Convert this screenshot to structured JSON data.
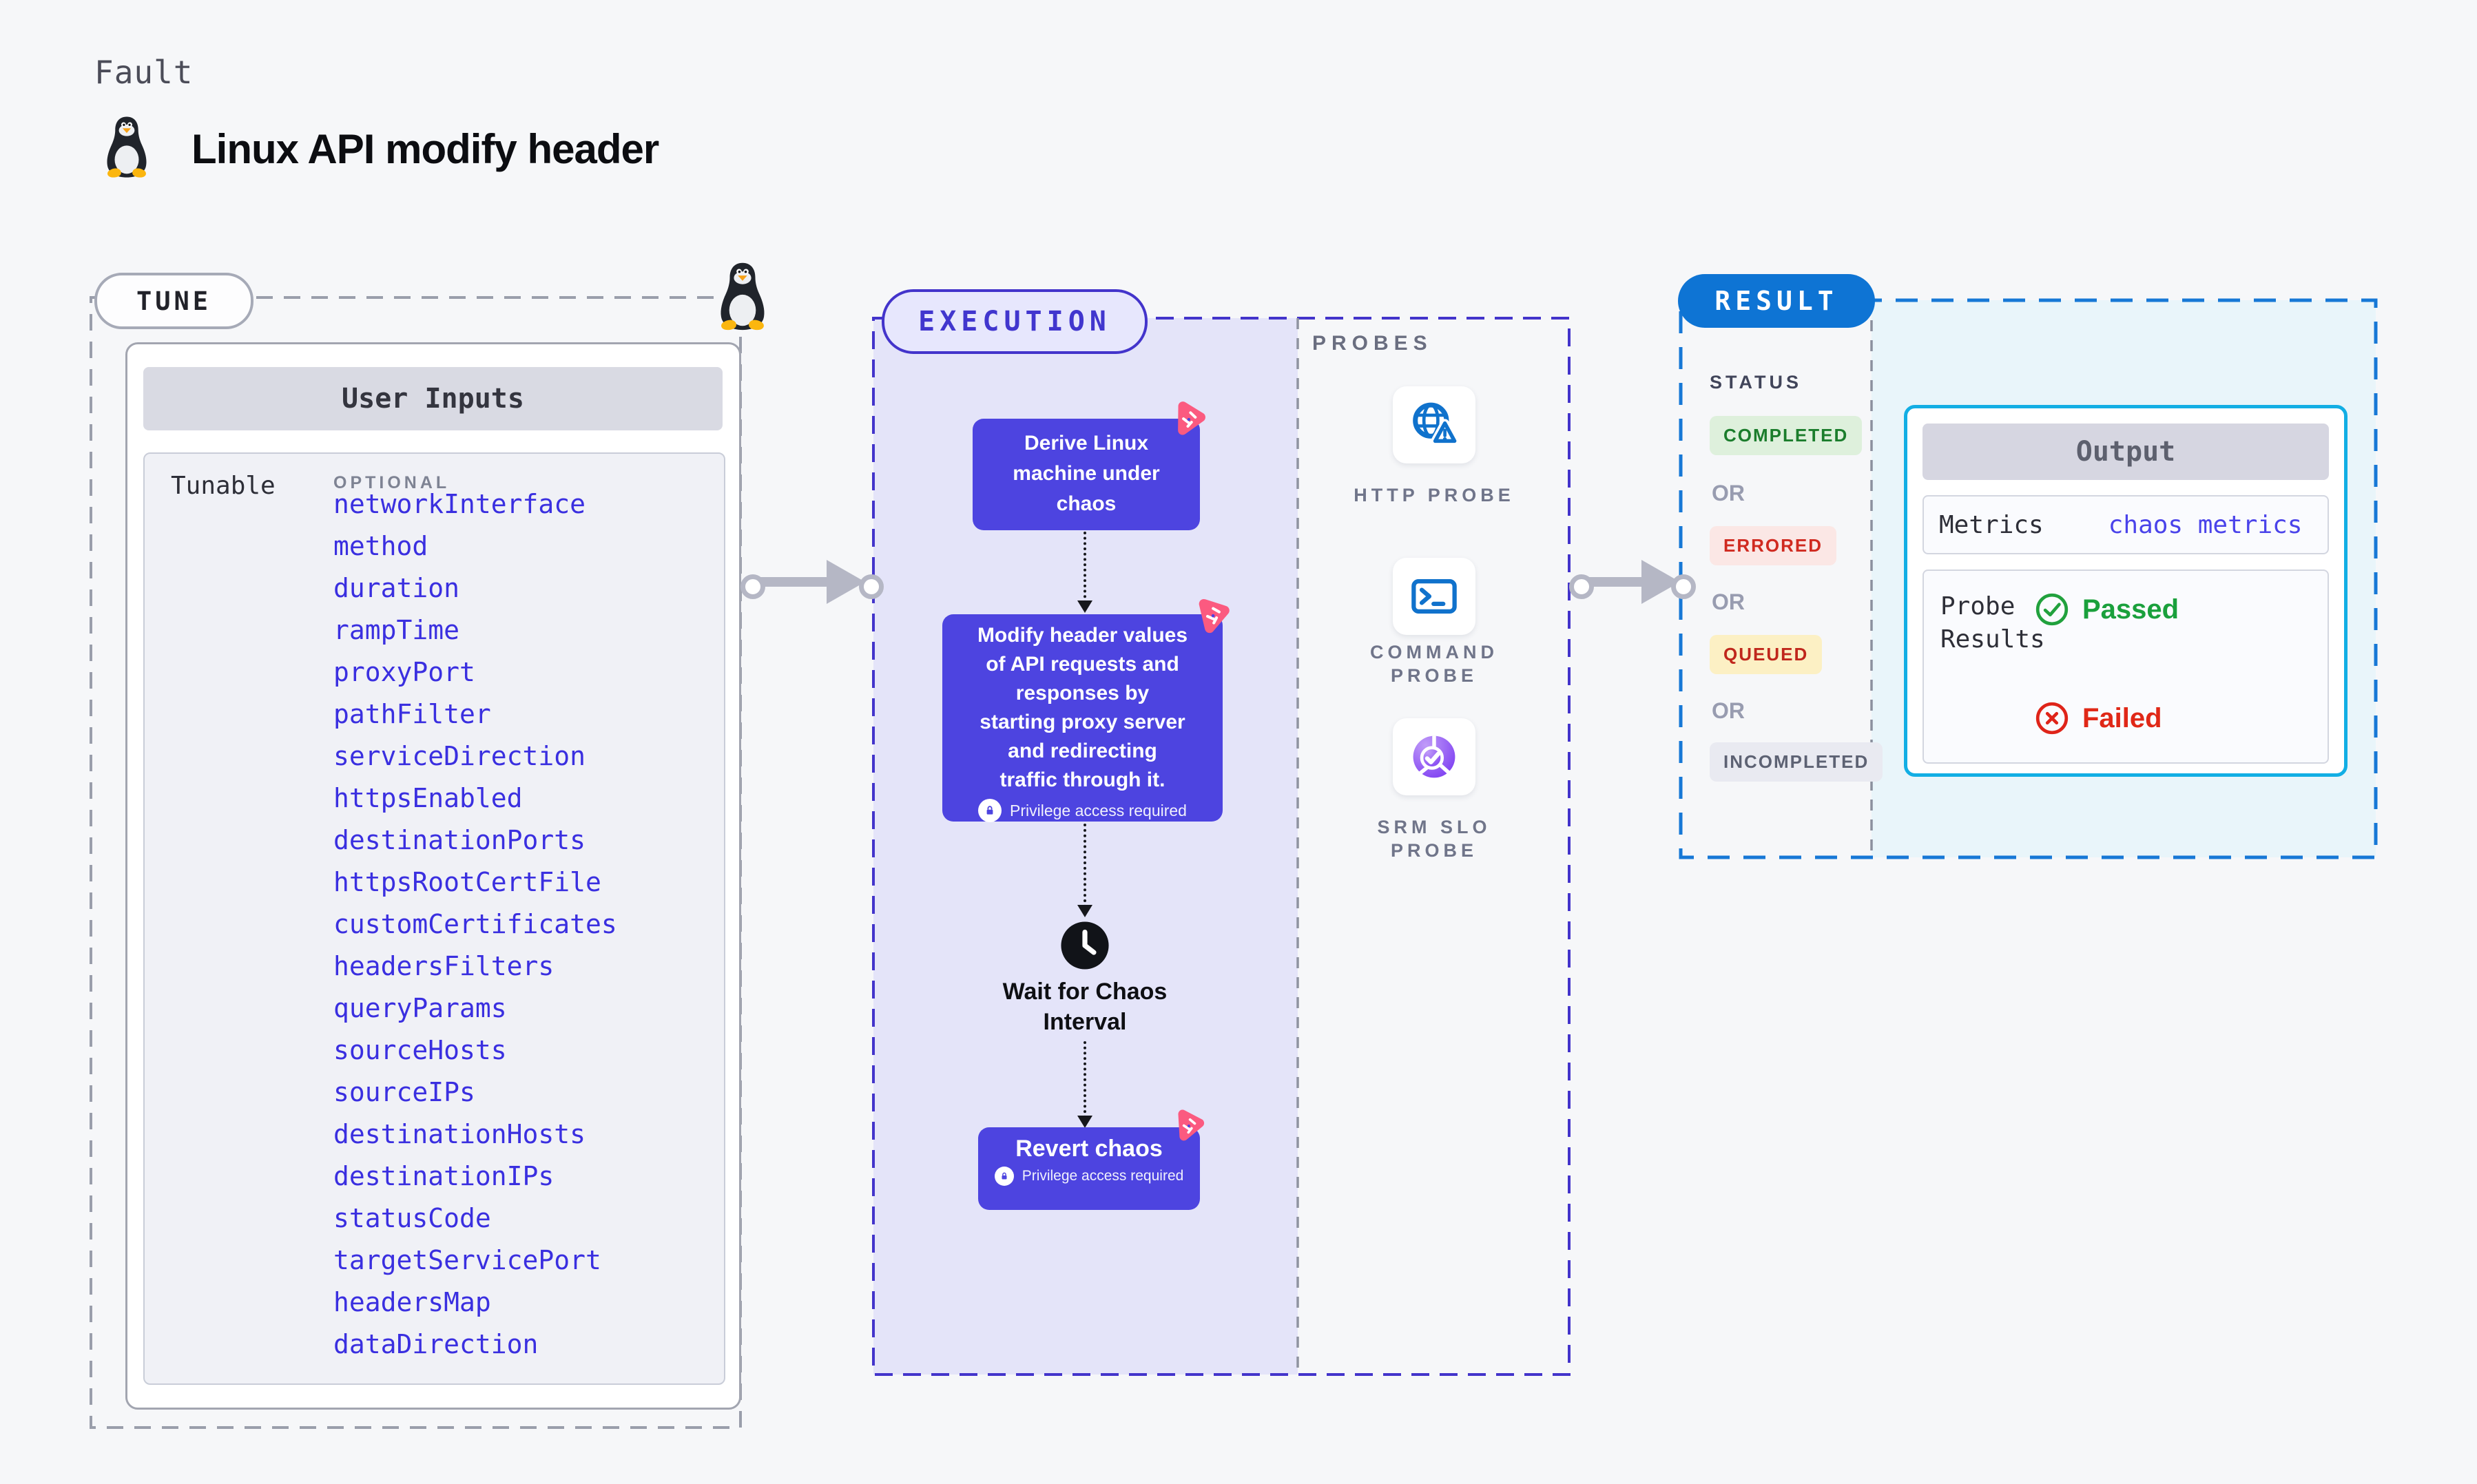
{
  "page": {
    "kicker": "Fault",
    "title": "Linux API modify header"
  },
  "colors": {
    "indigo": "#4d44e0",
    "lavender_fill": "#e4e4f9",
    "pink": "#fb5a80",
    "result_blue": "#0e74d4",
    "cyan_border": "#12aee4",
    "cyan_fill": "#e9f5fa",
    "param_blue": "#3a2fe0",
    "passed_green": "#1aa03c",
    "failed_red": "#e02817",
    "probe_icon_blue": "#1072cc",
    "srm_purple": "#7e3ff2"
  },
  "tune": {
    "label": "TUNE",
    "user_inputs_title": "User Inputs",
    "tunable_label": "Tunable",
    "optional_label": "OPTIONAL",
    "params": [
      "networkInterface",
      "method",
      "duration",
      "rampTime",
      "proxyPort",
      "pathFilter",
      "serviceDirection",
      "httpsEnabled",
      "destinationPorts",
      "httpsRootCertFile",
      "customCertificates",
      "headersFilters",
      "queryParams",
      "sourceHosts",
      "sourceIPs",
      "destinationHosts",
      "destinationIPs",
      "statusCode",
      "targetServicePort",
      "headersMap",
      "dataDirection"
    ]
  },
  "execution": {
    "label": "EXECUTION",
    "derive_lines": [
      "Derive Linux",
      "machine under",
      "chaos"
    ],
    "modify_lines": [
      "Modify header values",
      "of API requests and",
      "responses by",
      "starting proxy server",
      "and redirecting",
      "traffic through it."
    ],
    "privilege_note": "Privilege access required",
    "wait_lines": [
      "Wait for Chaos",
      "Interval"
    ],
    "revert_label": "Revert chaos"
  },
  "probes": {
    "label": "PROBES",
    "http_lines": [
      "HTTP PROBE"
    ],
    "command_lines": [
      "COMMAND",
      "PROBE"
    ],
    "srm_lines": [
      "SRM SLO",
      "PROBE"
    ]
  },
  "result": {
    "label": "RESULT",
    "status_label": "STATUS",
    "or_label": "OR",
    "statuses": {
      "completed": "COMPLETED",
      "errored": "ERRORED",
      "queued": "QUEUED",
      "incompleted": "INCOMPLETED"
    },
    "output": {
      "title": "Output",
      "metrics_label": "Metrics",
      "metrics_value": "chaos metrics",
      "probe_results_lines": [
        "Probe",
        "Results"
      ],
      "passed_label": "Passed",
      "failed_label": "Failed"
    }
  }
}
